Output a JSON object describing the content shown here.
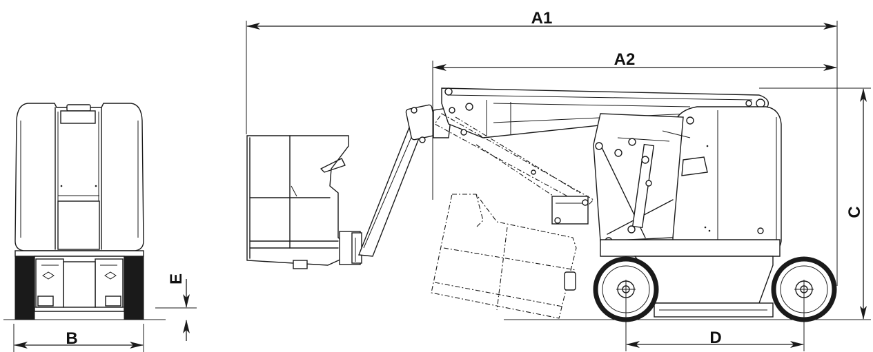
{
  "dimension_labels": {
    "a1": "A1",
    "a2": "A2",
    "b": "B",
    "c": "C",
    "d": "D",
    "e": "E"
  },
  "colors": {
    "line": "#1a1a1a",
    "background": "#ffffff",
    "tire": "#1a1a1a"
  }
}
